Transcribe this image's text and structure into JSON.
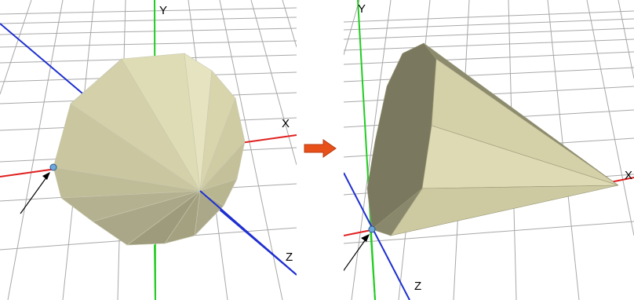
{
  "left_view": {
    "axis_labels": {
      "y": "Y",
      "x": "X",
      "z": "Z"
    },
    "shape": "sphere-like polyhedron"
  },
  "right_view": {
    "axis_labels": {
      "y": "Y",
      "x": "X",
      "z": "Z"
    },
    "shape": "cone-like polyhedron"
  },
  "colors": {
    "x_axis": "#e02020",
    "y_axis": "#22cc22",
    "z_axis": "#1e2fd0",
    "grid": "#9c9c9c",
    "marker": "#6fa8dc",
    "arrow": "#e8501a"
  },
  "icons": {
    "transform": "right-arrow-icon",
    "pointer": "pointer-arrow-icon",
    "marker": "vertex-marker-icon"
  }
}
